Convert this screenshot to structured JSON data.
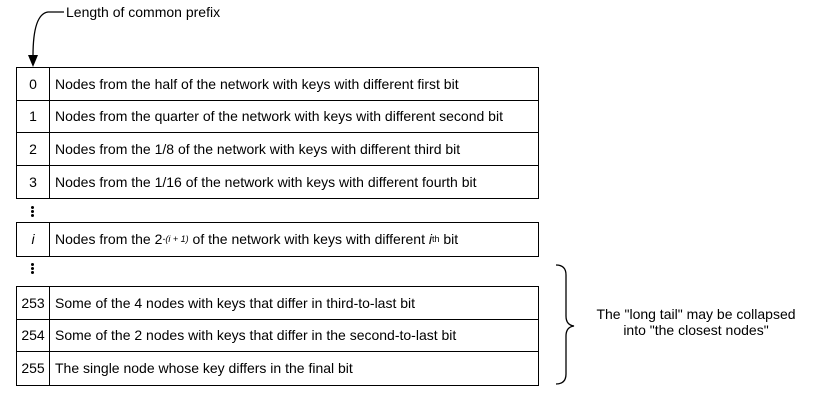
{
  "header": {
    "common_prefix_label": "Length of common prefix"
  },
  "group1": [
    {
      "idx": "0",
      "text": "Nodes from the half of the network with keys with different first bit"
    },
    {
      "idx": "1",
      "text": "Nodes from the quarter of the network with keys with different second bit"
    },
    {
      "idx": "2",
      "text": "Nodes from the 1/8 of the network with keys with different third bit"
    },
    {
      "idx": "3",
      "text": "Nodes from the 1/16 of the network with keys with different fourth bit"
    }
  ],
  "middle_row": {
    "idx": "i",
    "text_prefix": "Nodes from the 2",
    "exponent": "-(i + 1)",
    "text_mid": " of the network with keys with different ",
    "ordinal_var": "i",
    "ordinal_suffix": "th",
    "text_end": " bit"
  },
  "group3": [
    {
      "idx": "253",
      "text": "Some of the 4 nodes with keys that differ in third-to-last bit"
    },
    {
      "idx": "254",
      "text": "Some of the 2 nodes with keys that differ in the second-to-last bit"
    },
    {
      "idx": "255",
      "text": "The single node whose key differs in the final bit"
    }
  ],
  "note": {
    "line1": "The \"long tail\" may be collapsed",
    "line2": "into \"the closest nodes\""
  }
}
